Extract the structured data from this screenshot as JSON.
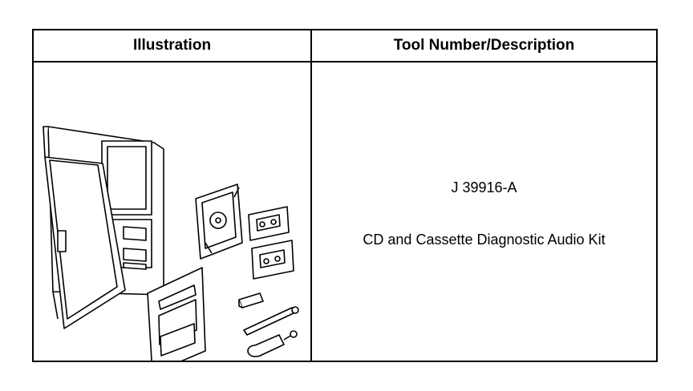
{
  "table": {
    "headers": {
      "illustration": "Illustration",
      "tool": "Tool Number/Description"
    },
    "rows": [
      {
        "tool_number": "J 39916-A",
        "description": "CD and Cassette Diagnostic Audio Kit",
        "illustration_icon": "audio-diagnostic-kit-icon"
      }
    ]
  }
}
